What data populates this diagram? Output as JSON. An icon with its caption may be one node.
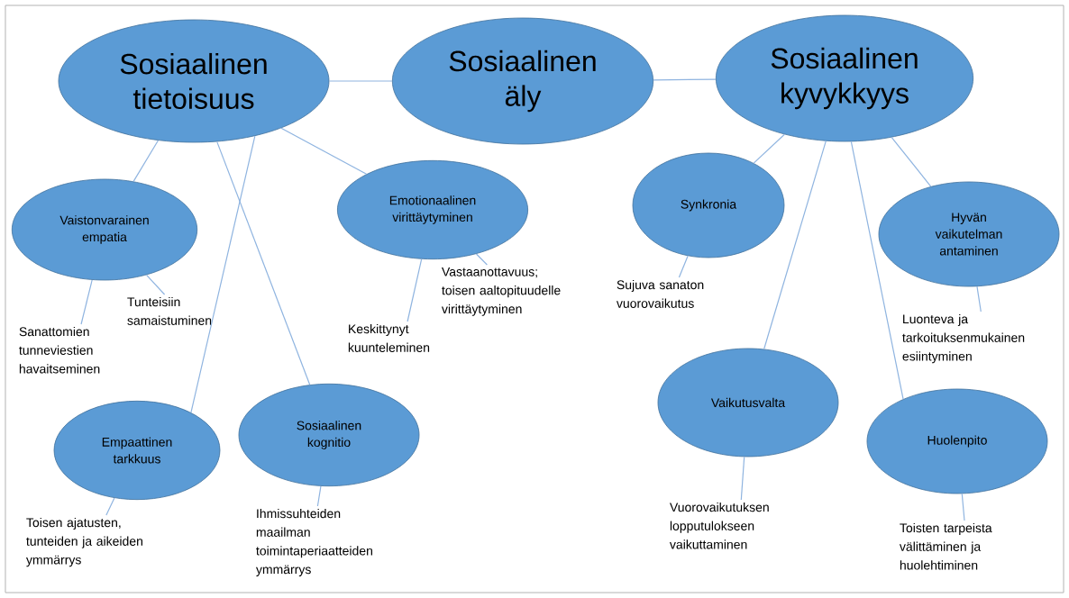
{
  "diagram": {
    "nodes": [
      {
        "text": [
          "Sosiaalinen tietoisuus"
        ]
      },
      {
        "text": [
          "Sosiaalinen äly"
        ]
      },
      {
        "text": [
          "Sosiaalinen kyvykkyys"
        ]
      },
      {
        "text": [
          "Vaistonvarainen empatia"
        ]
      },
      {
        "text": [
          "Emotionaalinen virittäytyminen"
        ]
      },
      {
        "text": [
          "Synkronia"
        ]
      },
      {
        "text": [
          "Hyvän vaikutelman antaminen"
        ]
      },
      {
        "text": [
          "Empaattinen tarkkuus"
        ]
      },
      {
        "text": [
          "Sosiaalinen kognitio"
        ]
      },
      {
        "text": [
          "Vaikutusvalta"
        ]
      },
      {
        "text": [
          "Huolenpito"
        ]
      },
      {
        "text": [
          "Sanattomien tunneviestien havaitseminen"
        ]
      },
      {
        "text": [
          "Tunteisiin samaistuminen"
        ]
      },
      {
        "text": [
          "Keskittynyt kuunteleminen"
        ]
      },
      {
        "text": [
          "Vastaanottavuus; toisen aaltopituudelle virittäytyminen"
        ]
      },
      {
        "text": [
          "Sujuva sanaton vuorovaikutus"
        ]
      },
      {
        "text": [
          "Luonteva ja tarkoituksenmukainen esiintyminen"
        ]
      },
      {
        "text": [
          "Toisen ajatusten, tunteiden ja aikeiden ymmärrys"
        ]
      },
      {
        "text": [
          "Ihmissuhteiden maailman toimintaperiaatteiden ymmärrys"
        ]
      },
      {
        "text": [
          "Vuorovaikutuksen lopputulokseen vaikuttaminen"
        ]
      },
      {
        "text": [
          "Toisten tarpeista välittäminen ja huolehtiminen"
        ]
      }
    ],
    "edges": [
      {
        "from": 0,
        "to": 1,
        "arrow": "none"
      },
      {
        "from": 1,
        "to": 2,
        "arrow": "none"
      },
      {
        "from": 0,
        "to": 3,
        "arrow": "none"
      },
      {
        "from": 0,
        "to": 4,
        "arrow": "none"
      },
      {
        "from": 0,
        "to": 7,
        "arrow": "none"
      },
      {
        "from": 0,
        "to": 8,
        "arrow": "none"
      },
      {
        "from": 2,
        "to": 5,
        "arrow": "none"
      },
      {
        "from": 2,
        "to": 6,
        "arrow": "none"
      },
      {
        "from": 2,
        "to": 9,
        "arrow": "none"
      },
      {
        "from": 2,
        "to": 10,
        "arrow": "none"
      },
      {
        "from": 3,
        "to": 11,
        "arrow": "none"
      },
      {
        "from": 3,
        "to": 12,
        "arrow": "none"
      },
      {
        "from": 4,
        "to": 13,
        "arrow": "none"
      },
      {
        "from": 4,
        "to": 14,
        "arrow": "none"
      },
      {
        "from": 5,
        "to": 15,
        "arrow": "none"
      },
      {
        "from": 6,
        "to": 16,
        "arrow": "none"
      },
      {
        "from": 7,
        "to": 17,
        "arrow": "none"
      },
      {
        "from": 8,
        "to": 18,
        "arrow": "none"
      },
      {
        "from": 9,
        "to": 19,
        "arrow": "none"
      },
      {
        "from": 10,
        "to": 20,
        "arrow": "none"
      }
    ]
  }
}
